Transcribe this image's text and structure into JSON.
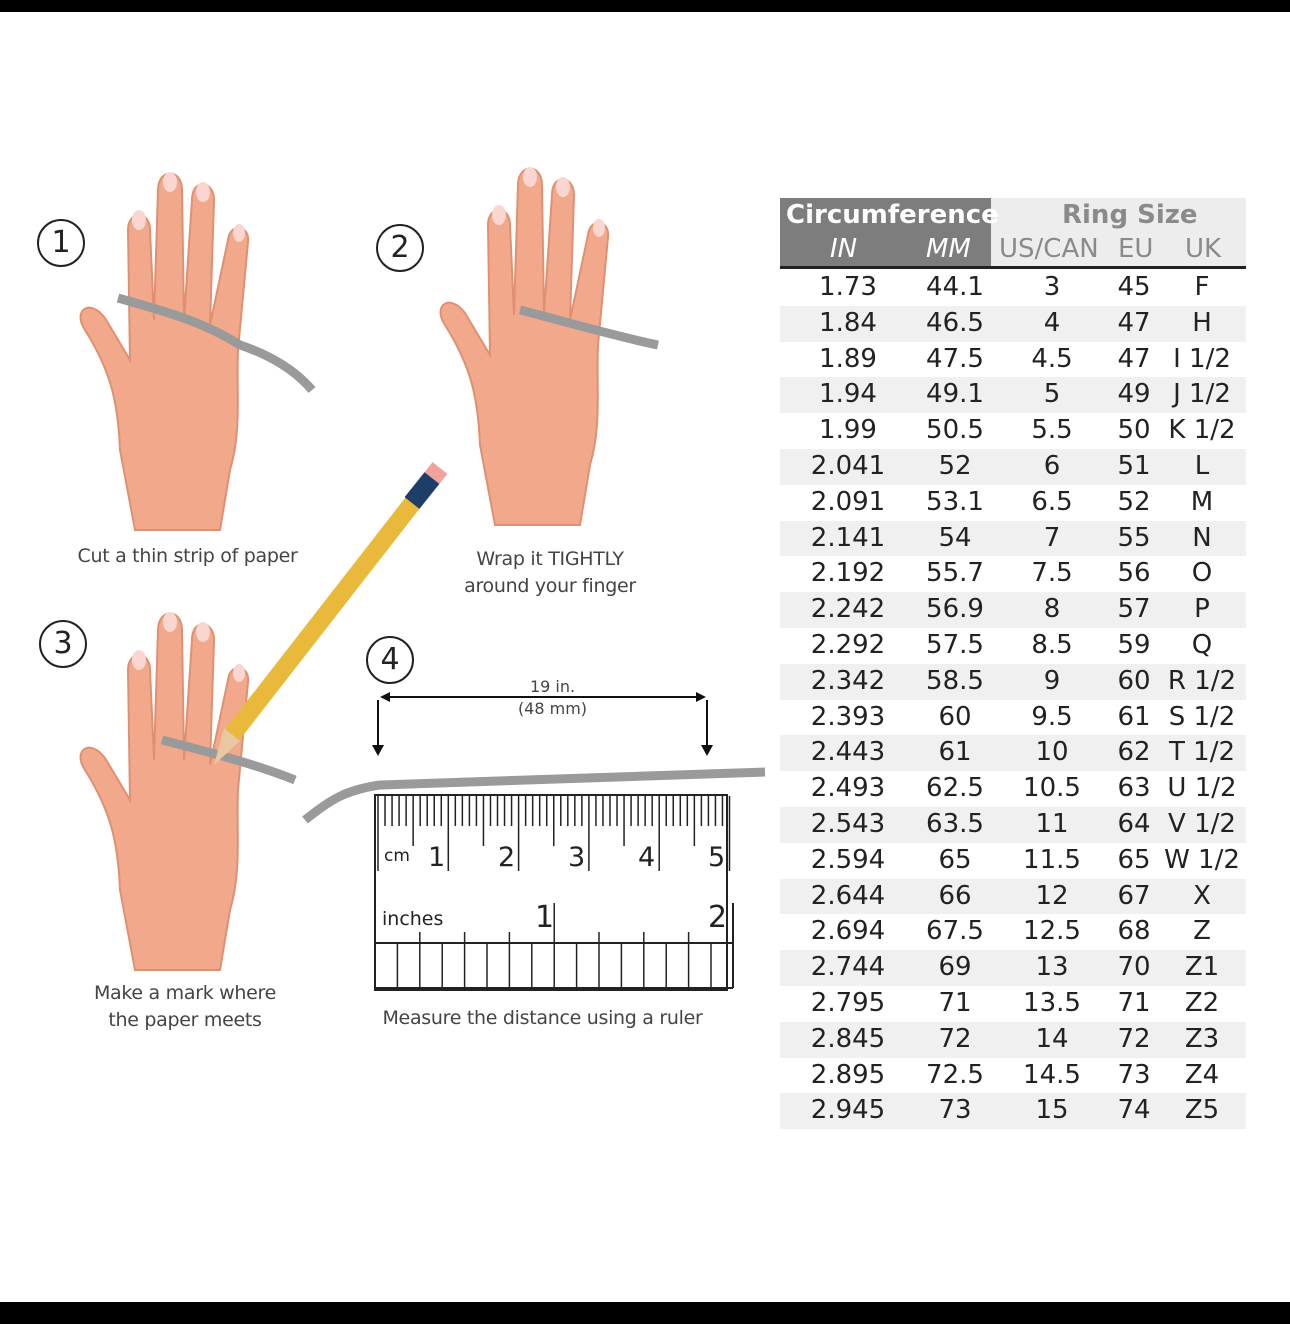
{
  "steps": [
    {
      "number": "1",
      "caption": "Cut a thin strip of paper"
    },
    {
      "number": "2",
      "caption_line1": "Wrap it TIGHTLY",
      "caption_line2": "around your finger"
    },
    {
      "number": "3",
      "caption_line1": "Make a mark where",
      "caption_line2": "the paper meets"
    },
    {
      "number": "4",
      "caption": "Measure the distance using a ruler"
    }
  ],
  "ruler": {
    "measure_in": "19 in.",
    "measure_mm": "(48 mm)",
    "cm_label": "cm",
    "cm_ticks": [
      "1",
      "2",
      "3",
      "4",
      "5"
    ],
    "inch_label": "inches",
    "inch_ticks": [
      "1",
      "2"
    ]
  },
  "table": {
    "group_circumference": "Circumference",
    "group_ring_size": "Ring Size",
    "columns": [
      "IN",
      "MM",
      "US/CAN",
      "EU",
      "UK"
    ],
    "rows": [
      [
        "1.73",
        "44.1",
        "3",
        "45",
        "F"
      ],
      [
        "1.84",
        "46.5",
        "4",
        "47",
        "H"
      ],
      [
        "1.89",
        "47.5",
        "4.5",
        "47",
        "I 1/2"
      ],
      [
        "1.94",
        "49.1",
        "5",
        "49",
        "J 1/2"
      ],
      [
        "1.99",
        "50.5",
        "5.5",
        "50",
        "K 1/2"
      ],
      [
        "2.041",
        "52",
        "6",
        "51",
        "L"
      ],
      [
        "2.091",
        "53.1",
        "6.5",
        "52",
        "M"
      ],
      [
        "2.141",
        "54",
        "7",
        "55",
        "N"
      ],
      [
        "2.192",
        "55.7",
        "7.5",
        "56",
        "O"
      ],
      [
        "2.242",
        "56.9",
        "8",
        "57",
        "P"
      ],
      [
        "2.292",
        "57.5",
        "8.5",
        "59",
        "Q"
      ],
      [
        "2.342",
        "58.5",
        "9",
        "60",
        "R 1/2"
      ],
      [
        "2.393",
        "60",
        "9.5",
        "61",
        "S 1/2"
      ],
      [
        "2.443",
        "61",
        "10",
        "62",
        "T 1/2"
      ],
      [
        "2.493",
        "62.5",
        "10.5",
        "63",
        "U 1/2"
      ],
      [
        "2.543",
        "63.5",
        "11",
        "64",
        "V 1/2"
      ],
      [
        "2.594",
        "65",
        "11.5",
        "65",
        "W 1/2"
      ],
      [
        "2.644",
        "66",
        "12",
        "67",
        "X"
      ],
      [
        "2.694",
        "67.5",
        "12.5",
        "68",
        "Z"
      ],
      [
        "2.744",
        "69",
        "13",
        "70",
        "Z1"
      ],
      [
        "2.795",
        "71",
        "13.5",
        "71",
        "Z2"
      ],
      [
        "2.845",
        "72",
        "14",
        "72",
        "Z3"
      ],
      [
        "2.895",
        "72.5",
        "14.5",
        "73",
        "Z4"
      ],
      [
        "2.945",
        "73",
        "15",
        "74",
        "Z5"
      ]
    ]
  },
  "colors": {
    "skin": "#f2a98b",
    "paper": "#9a9a9a",
    "header_dark": "#7d7d7d",
    "header_light": "#ededed"
  }
}
